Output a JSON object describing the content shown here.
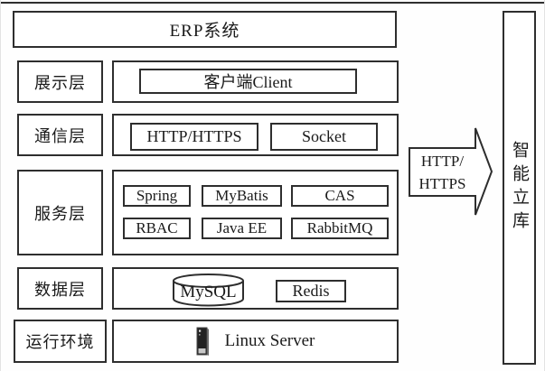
{
  "header": {
    "title": "ERP系统"
  },
  "layers": [
    {
      "label": "展示层",
      "items": [
        "客户端Client"
      ]
    },
    {
      "label": "通信层",
      "items": [
        "HTTP/HTTPS",
        "Socket"
      ]
    },
    {
      "label": "服务层",
      "items": [
        "Spring",
        "MyBatis",
        "CAS",
        "RBAC",
        "Java EE",
        "RabbitMQ"
      ]
    },
    {
      "label": "数据层",
      "items": [
        "MySQL",
        "Redis"
      ]
    },
    {
      "label": "运行环境",
      "items": [
        "Linux Server"
      ]
    }
  ],
  "arrow": {
    "line1": "HTTP/",
    "line2": "HTTPS"
  },
  "right_panel": {
    "label": "智能立库"
  },
  "icons": {
    "database": "database-cylinder-icon",
    "server": "server-tower-icon",
    "arrow": "block-arrow-right-icon"
  },
  "colors": {
    "border": "#2e2e2e",
    "text": "#1a1a1a",
    "background": "#ffffff"
  }
}
